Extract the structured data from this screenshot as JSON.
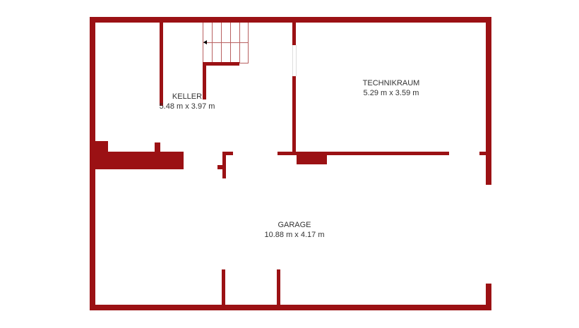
{
  "colors": {
    "wall": "#9b1114"
  },
  "rooms": [
    {
      "name": "KELLER",
      "dims": "5.48 m x 3.97 m"
    },
    {
      "name": "TECHNIKRAUM",
      "dims": "5.29 m x 3.59 m"
    },
    {
      "name": "GARAGE",
      "dims": "10.88 m x 4.17 m"
    }
  ]
}
